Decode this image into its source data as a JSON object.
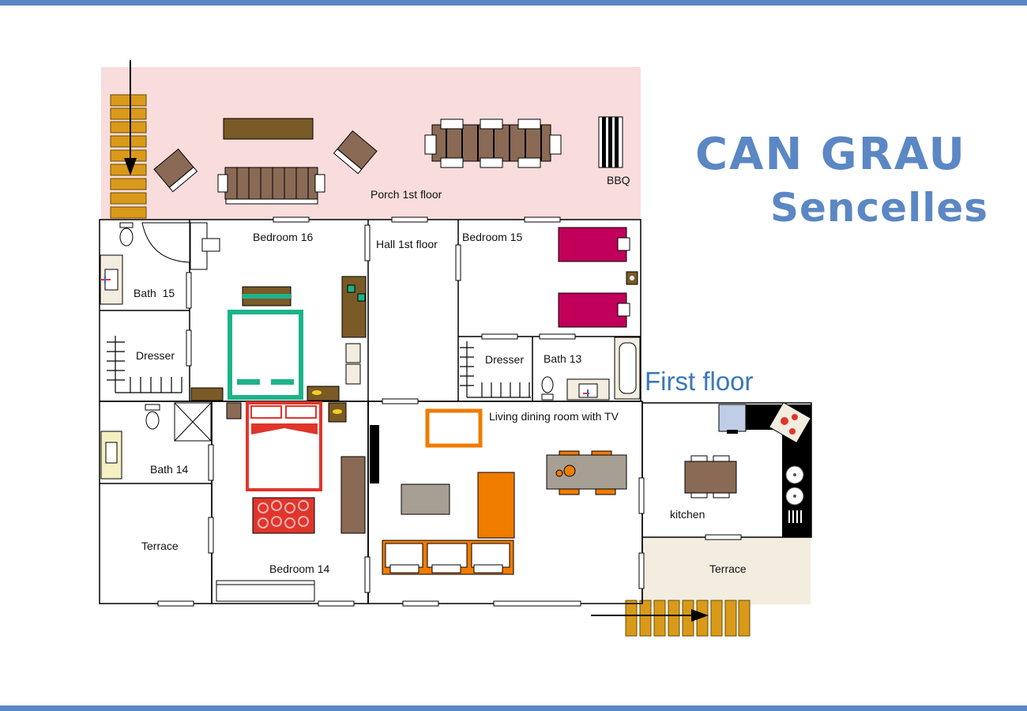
{
  "title": "CAN GRAU",
  "subtitle": "Sencelles",
  "floor": "First floor",
  "rooms": {
    "porch": "Porch 1st floor",
    "bbq": "BBQ",
    "bath15": "Bath  15",
    "bedroom16": "Bedroom 16",
    "hall": "Hall 1st floor",
    "bedroom15": "Bedroom 15",
    "dresser_left": "Dresser",
    "dresser_right": "Dresser",
    "bath13": "Bath 13",
    "bath14": "Bath 14",
    "living": "Living dining room with TV",
    "kitchen": "kitchen",
    "terrace_left": "Terrace",
    "bedroom14": "Bedroom 14",
    "terrace_right": "Terrace"
  },
  "colors": {
    "accent": "#5b87c4",
    "floor_label": "#3b77b8",
    "porch": "#f9dcdc",
    "terrace": "#f3ede0",
    "stairs": "#d99a1a",
    "wood": "#7a5a26",
    "magenta_bed": "#c0005a",
    "teal_bed": "#1db38a",
    "red_bed": "#e0352b",
    "orange": "#f07c00"
  }
}
